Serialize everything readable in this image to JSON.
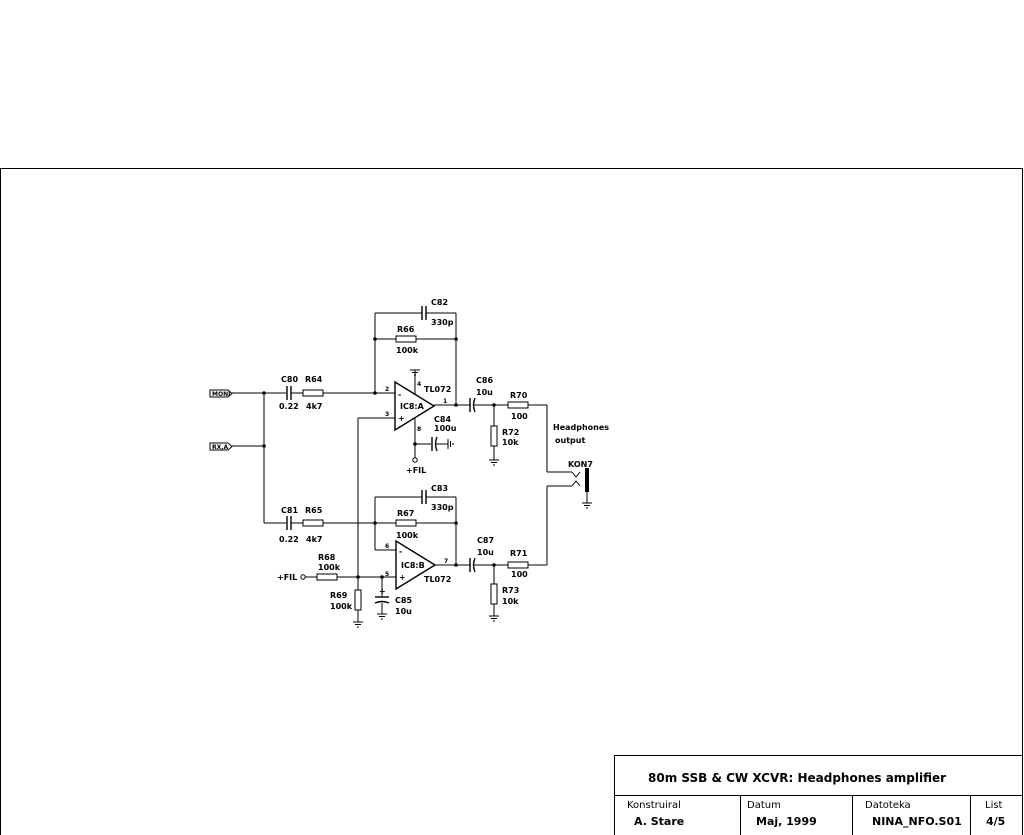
{
  "ports": {
    "moni": "MONI",
    "rx": "RX,A"
  },
  "power": {
    "fil_top": "+FIL",
    "fil_bottom": "+FIL"
  },
  "opamps": {
    "a": {
      "ref": "IC8:A",
      "type": "TL072",
      "pin_inv": "2",
      "pin_noninv": "3",
      "pin_out": "1",
      "pin_vminus": "4",
      "pin_vplus": "8"
    },
    "b": {
      "ref": "IC8:B",
      "type": "TL072",
      "pin_inv": "6",
      "pin_noninv": "5",
      "pin_out": "7"
    }
  },
  "capacitors": {
    "c80": {
      "ref": "C80",
      "value": "0.22"
    },
    "c81": {
      "ref": "C81",
      "value": "0.22"
    },
    "c82": {
      "ref": "C82",
      "value": "330p"
    },
    "c83": {
      "ref": "C83",
      "value": "330p"
    },
    "c84": {
      "ref": "C84",
      "value": "100u"
    },
    "c85": {
      "ref": "C85",
      "value": "10u"
    },
    "c86": {
      "ref": "C86",
      "value": "10u"
    },
    "c87": {
      "ref": "C87",
      "value": "10u"
    }
  },
  "resistors": {
    "r64": {
      "ref": "R64",
      "value": "4k7"
    },
    "r65": {
      "ref": "R65",
      "value": "4k7"
    },
    "r66": {
      "ref": "R66",
      "value": "100k"
    },
    "r67": {
      "ref": "R67",
      "value": "100k"
    },
    "r68": {
      "ref": "R68",
      "value": "100k"
    },
    "r69": {
      "ref": "R69",
      "value": "100k"
    },
    "r70": {
      "ref": "R70",
      "value": "100"
    },
    "r71": {
      "ref": "R71",
      "value": "100"
    },
    "r72": {
      "ref": "R72",
      "value": "10k"
    },
    "r73": {
      "ref": "R73",
      "value": "10k"
    }
  },
  "connector": {
    "ref": "KON7",
    "label_line1": "Headphones",
    "label_line2": "output"
  },
  "title_block": {
    "title": "80m SSB & CW XCVR: Headphones amplifier",
    "designer_caption": "Konstruiral",
    "designer": "A. Stare",
    "date_caption": "Datum",
    "date": "Maj, 1999",
    "file_caption": "Datoteka",
    "file": "NINA_NFO.S01",
    "sheet_caption": "List",
    "sheet": "4/5"
  }
}
